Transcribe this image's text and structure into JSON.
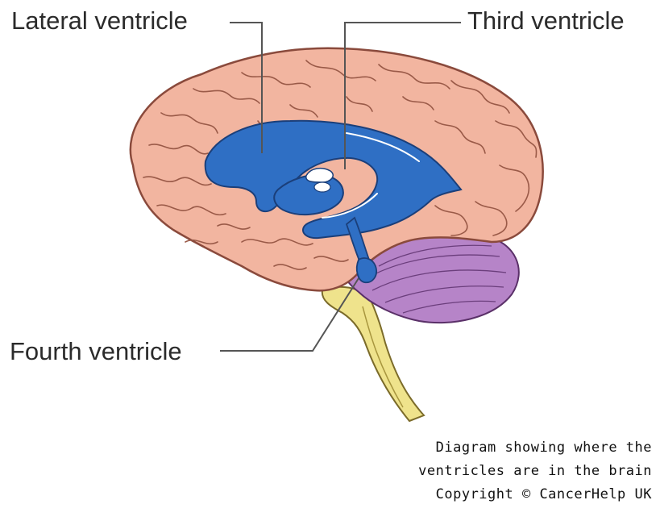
{
  "labels": {
    "lateral": "Lateral ventricle",
    "third": "Third ventricle",
    "fourth": "Fourth ventricle"
  },
  "caption": {
    "line1": "Diagram showing where the",
    "line2": "ventricles are in the brain",
    "line3": "Copyright © CancerHelp UK"
  },
  "colors": {
    "cerebrum": "#f2b5a0",
    "cerebrum_outline": "#8a4a3c",
    "ventricles": "#2f6fc4",
    "cerebellum": "#b684c8",
    "brainstem": "#efe38c",
    "leader_lines": "#555555"
  }
}
